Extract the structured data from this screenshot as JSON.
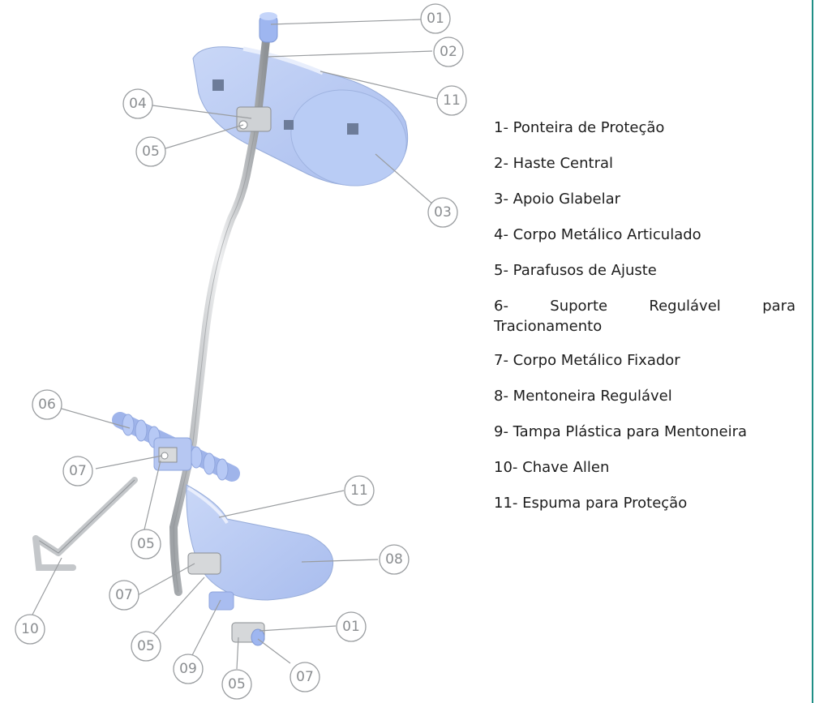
{
  "callouts": {
    "c01a": "01",
    "c02": "02",
    "c11a": "11",
    "c04": "04",
    "c05a": "05",
    "c03": "03",
    "c06": "06",
    "c07a": "07",
    "c11b": "11",
    "c05b": "05",
    "c08": "08",
    "c07b": "07",
    "c10": "10",
    "c05c": "05",
    "c09": "09",
    "c01b": "01",
    "c05d": "05",
    "c07c": "07"
  },
  "legend": {
    "items": [
      "1- Ponteira de Proteção",
      "2- Haste Central",
      "3- Apoio Glabelar",
      "4- Corpo Metálico Articulado",
      "5- Parafusos de Ajuste",
      "6- Suporte Regulável para Tracionamento",
      "7- Corpo Metálico Fixador",
      "8- Mentoneira Regulável",
      "9- Tampa Plástica para Mentoneira",
      "10- Chave Allen",
      "11- Espuma para Proteção"
    ]
  },
  "colors": {
    "part_blue": "#b5c8f2",
    "metal": "#c9cccf",
    "callout": "#9a9da0",
    "frame": "#1f8f86"
  }
}
